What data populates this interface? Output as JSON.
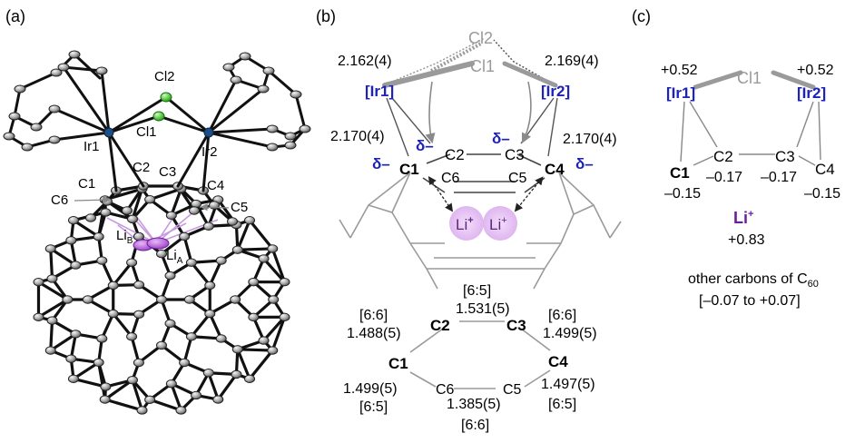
{
  "panels": {
    "a": {
      "label": "(a)",
      "atoms": {
        "cl2": "Cl2",
        "cl1": "Cl1",
        "ir1": "Ir1",
        "ir2": "Ir2",
        "c1": "C1",
        "c2": "C2",
        "c3": "C3",
        "c4": "C4",
        "c5": "C5",
        "c6": "C6",
        "lib": "Li",
        "lib_sub": "B",
        "lia": "Li",
        "lia_sub": "A"
      }
    },
    "b": {
      "label": "(b)",
      "cl2": "Cl2",
      "cl1": "Cl1",
      "ir1": "[Ir1]",
      "ir2": "[Ir2]",
      "bond_ir1_cl": "2.162(4)",
      "bond_ir2_cl": "2.169(4)",
      "bond_ir1_c1": "2.170(4)",
      "bond_ir2_c4": "2.170(4)",
      "delta": "δ–",
      "c1": "C1",
      "c2": "C2",
      "c3": "C3",
      "c4": "C4",
      "c5": "C5",
      "c6": "C6",
      "li1": "Li",
      "li2": "Li",
      "li_charge": "+",
      "ring": {
        "c2c3_type": "[6:5]",
        "c2c3_len": "1.531(5)",
        "c1c2_type": "[6:6]",
        "c1c2_len": "1.488(5)",
        "c3c4_type": "[6:6]",
        "c3c4_len": "1.499(5)",
        "c1c6_len": "1.499(5)",
        "c1c6_type": "[6:5]",
        "c4c5_len": "1.497(5)",
        "c4c5_type": "[6:5]",
        "c5c6_len": "1.385(5)",
        "c5c6_type": "[6:6]",
        "c1": "C1",
        "c2": "C2",
        "c3": "C3",
        "c4": "C4",
        "c5": "C5",
        "c6": "C6"
      }
    },
    "c": {
      "label": "(c)",
      "cl1": "Cl1",
      "ir1": "[Ir1]",
      "ir2": "[Ir2]",
      "ir1_charge": "+0.52",
      "ir2_charge": "+0.52",
      "c1": "C1",
      "c2": "C2",
      "c3": "C3",
      "c4": "C4",
      "c1_charge": "–0.15",
      "c2_charge": "–0.17",
      "c3_charge": "–0.17",
      "c4_charge": "–0.15",
      "li": "Li",
      "li_sup": "+",
      "li_charge": "+0.83",
      "note_line1": "other carbons of C",
      "note_sub": "60",
      "note_line2": "[–0.07 to +0.07]"
    }
  },
  "colors": {
    "blue": "#1d22b8",
    "purple": "#6a1f9a",
    "lilac": "#e6c6f2",
    "cl_green": "#3fcf2a",
    "ir_blue": "#1a4f8a",
    "gray_bond": "#9a9a9a"
  }
}
